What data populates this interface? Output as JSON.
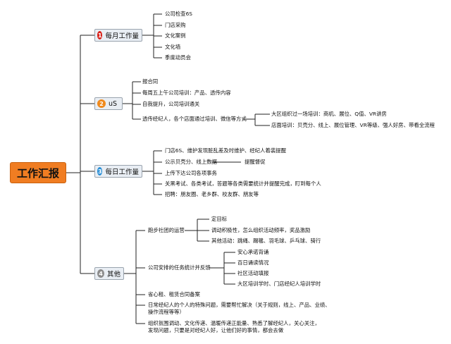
{
  "root": {
    "label": "工作汇报"
  },
  "branches": [
    {
      "num": "1",
      "label": "每月工作量",
      "items": [
        "公司检查6S",
        "门店采购",
        "文化案例",
        "文化墙",
        "季度动员会"
      ]
    },
    {
      "num": "2",
      "label": "uS",
      "items": [
        "报合同",
        "每周五上午公司培训：产品、透传内容",
        "自我提升，公司培训通关",
        "透传经纪人，各个店面通过培训、微信等方式"
      ],
      "sub": [
        "大区组织过一场培训：商机、展位、Q值、VR讲房",
        "店面培训：贝壳分、线上、展位管理、VR等级、强人好房、带看全流程"
      ]
    },
    {
      "num": "3",
      "label": "每日工作量",
      "items": [
        "门店6S、维护发现脏乱差及时维护、经纪人着装提醒",
        "公示贝壳分、线上数据",
        "上传下达公司各项事务",
        "关黑考试、各类考试，答题等各类需要统计并提醒完成，盯到每个人",
        "招聘：朋友圈、老乡群、校友群、朋友等"
      ],
      "extra": "提醒督促"
    },
    {
      "num": "4",
      "label": "其他",
      "items": [
        "跑步社团的运营",
        "公司安排的任务统计并反馈",
        "省心租、租赁合同备案",
        "日常经纪人的个人的特殊问题，需要帮忙解决（关于规则，线上、产品、业绩、操作流程等等）",
        "组织氛围调动、文化传递、温暖传递正能量、熟悉了解经纪人，关心关注，发现问题，只要是对经纪人好，让他们好的事情，都会去做"
      ],
      "run_sub": [
        "定目标",
        "调动积极性，怎么组织活动频率，奖品激励",
        "其他活动：跳绳、踢毽、羽毛球、乒乓球、骑行"
      ],
      "task_sub": [
        "安心承诺背诵",
        "百日诵读情况",
        "社区活动填报",
        "大区培训学时、门店经纪人培训学时"
      ]
    }
  ]
}
